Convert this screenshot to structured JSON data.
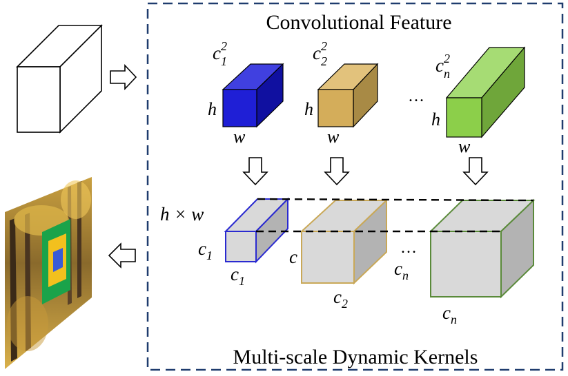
{
  "titles": {
    "top": "Convolutional Feature",
    "bottom": "Multi-scale Dynamic Kernels"
  },
  "features": [
    {
      "sup_label_base": "c",
      "sub": "1",
      "sup": "2",
      "h_label": "h",
      "w_label": "w",
      "front_color": "#1f1fd6",
      "top_color": "#4040e0",
      "side_color": "#1010a0"
    },
    {
      "sup_label_base": "c",
      "sub": "2",
      "sup": "2",
      "h_label": "h",
      "w_label": "w",
      "front_color": "#d4ad5a",
      "top_color": "#e2c27c",
      "side_color": "#a88a45"
    },
    {
      "sup_label_base": "c",
      "sub": "n",
      "sup": "2",
      "h_label": "h",
      "w_label": "w",
      "front_color": "#8ccf4a",
      "top_color": "#a6dc74",
      "side_color": "#6fa63a"
    }
  ],
  "kernels": [
    {
      "dim_label": "h × w",
      "c_left": "c",
      "c_left_sub": "1",
      "c_bottom": "c",
      "c_bottom_sub": "1",
      "stroke": "#2a2ad0"
    },
    {
      "c_left": "c",
      "c_bottom": "c",
      "c_bottom_sub": "2",
      "stroke": "#c9a857"
    },
    {
      "c_left": "c",
      "c_left_sub": "n",
      "c_bottom": "c",
      "c_bottom_sub": "n",
      "stroke": "#5a8a3a"
    }
  ],
  "ellipsis": "…",
  "colors": {
    "dashed_border": "#1f3c6e",
    "kernel_fill": "#d9d9d9",
    "kernel_side": "#b3b3b3",
    "gabor_outer": "#1aa34a",
    "gabor_mid": "#f2c01e",
    "gabor_inner": "#3a5bd6"
  }
}
